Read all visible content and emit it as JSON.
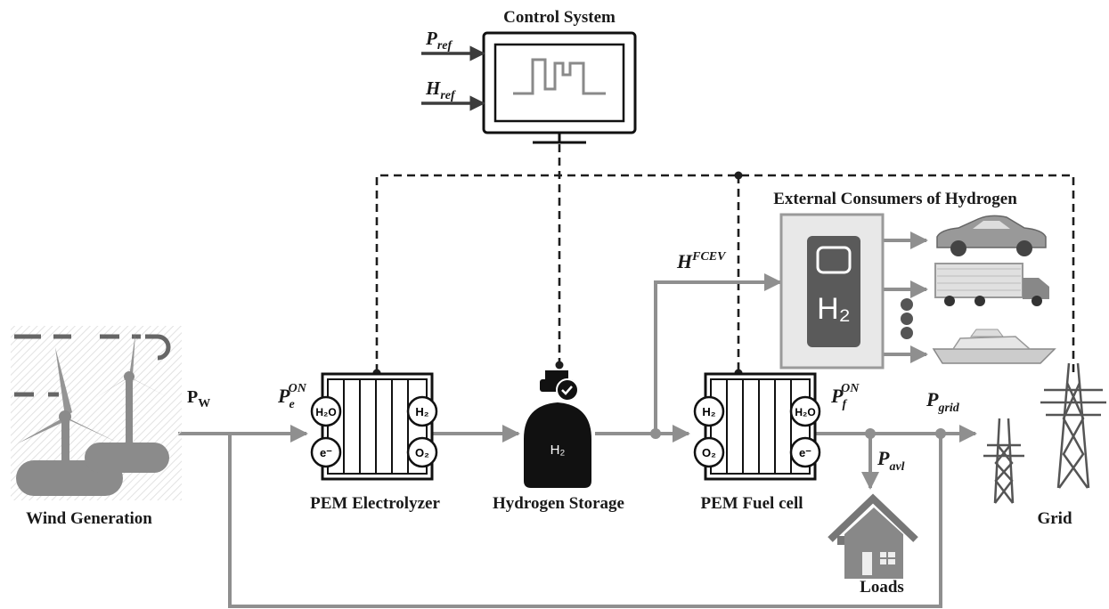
{
  "title": "Control System",
  "inputs": {
    "p_ref": {
      "base": "P",
      "sub": "ref"
    },
    "h_ref": {
      "base": "H",
      "sub": "ref"
    }
  },
  "components": {
    "wind": "Wind Generation",
    "electrolyzer": "PEM Electrolyzer",
    "storage": "Hydrogen Storage",
    "fuel_cell": "PEM Fuel cell",
    "loads": "Loads",
    "grid": "Grid",
    "external": "External Consumers of Hydrogen"
  },
  "signals": {
    "p_w": {
      "base": "P",
      "sub": "W"
    },
    "p_e_on": {
      "base": "P",
      "sub": "e",
      "sup": "ON"
    },
    "p_f_on": {
      "base": "P",
      "sub": "f",
      "sup": "ON"
    },
    "p_grid": {
      "base": "P",
      "sub": "grid"
    },
    "p_avl": {
      "base": "P",
      "sub": "avl"
    },
    "h_fcev": {
      "base": "H",
      "sup": "FCEV"
    }
  },
  "cell_labels": {
    "h2o": "H₂O",
    "h2": "H₂",
    "o2": "O₂",
    "e": "e⁻"
  },
  "storage_label": "H₂",
  "station_label": "H₂",
  "colors": {
    "flow": "#8f8f8f",
    "control": "#1e1e1e",
    "station": "#5a5a5a"
  }
}
